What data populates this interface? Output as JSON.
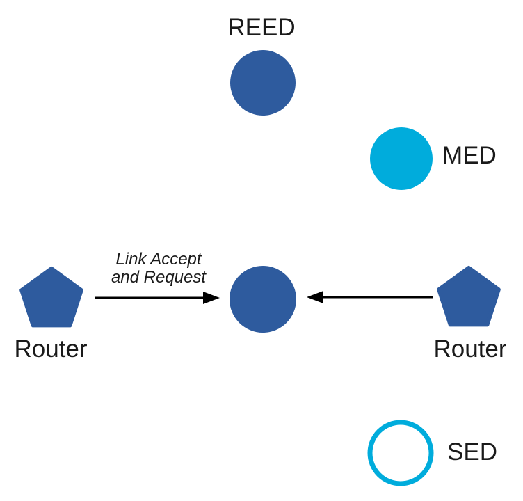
{
  "diagram": {
    "title": "thread-network-topology",
    "colors": {
      "node_blue": "#2E5B9E",
      "cyan": "#00ACDC",
      "arrow": "#000000",
      "text": "#1A1A1A",
      "background": "#FFFFFF"
    },
    "nodes": [
      {
        "id": "reed",
        "label": "REED",
        "shape": "circle",
        "fill": "solid-blue"
      },
      {
        "id": "med",
        "label": "MED",
        "shape": "circle",
        "fill": "solid-cyan"
      },
      {
        "id": "center",
        "label": "",
        "shape": "circle",
        "fill": "solid-blue"
      },
      {
        "id": "router-left",
        "label": "Router",
        "shape": "pentagon",
        "fill": "solid-blue"
      },
      {
        "id": "router-right",
        "label": "Router",
        "shape": "pentagon",
        "fill": "solid-blue"
      },
      {
        "id": "sed",
        "label": "SED",
        "shape": "circle",
        "fill": "outline-cyan"
      }
    ],
    "edges": [
      {
        "from": "router-left",
        "to": "center",
        "label_line1": "Link Accept",
        "label_line2": "and Request",
        "style": "arrow"
      },
      {
        "from": "router-right",
        "to": "center",
        "label_line1": "",
        "label_line2": "",
        "style": "arrow"
      }
    ]
  }
}
